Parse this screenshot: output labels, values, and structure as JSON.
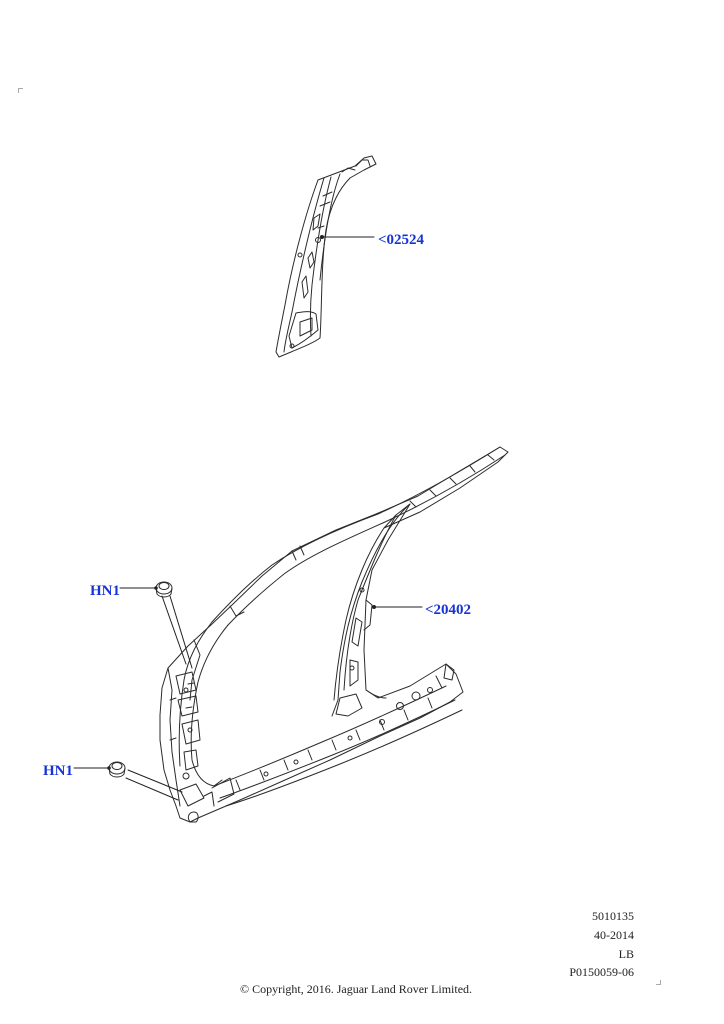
{
  "diagram": {
    "callouts": [
      {
        "id": "c1",
        "label": "<02524"
      },
      {
        "id": "c2",
        "label": "<20402"
      },
      {
        "id": "c3",
        "label": "HN1"
      },
      {
        "id": "c4",
        "label": "HN1"
      }
    ],
    "label_color": "#1533d6",
    "line_color": "#2b2b2b"
  },
  "meta": {
    "line1": "5010135",
    "line2": "40-2014",
    "line3": "LB",
    "line4": "P0150059-06"
  },
  "footer": {
    "copyright": "© Copyright, 2016. Jaguar Land Rover Limited."
  }
}
